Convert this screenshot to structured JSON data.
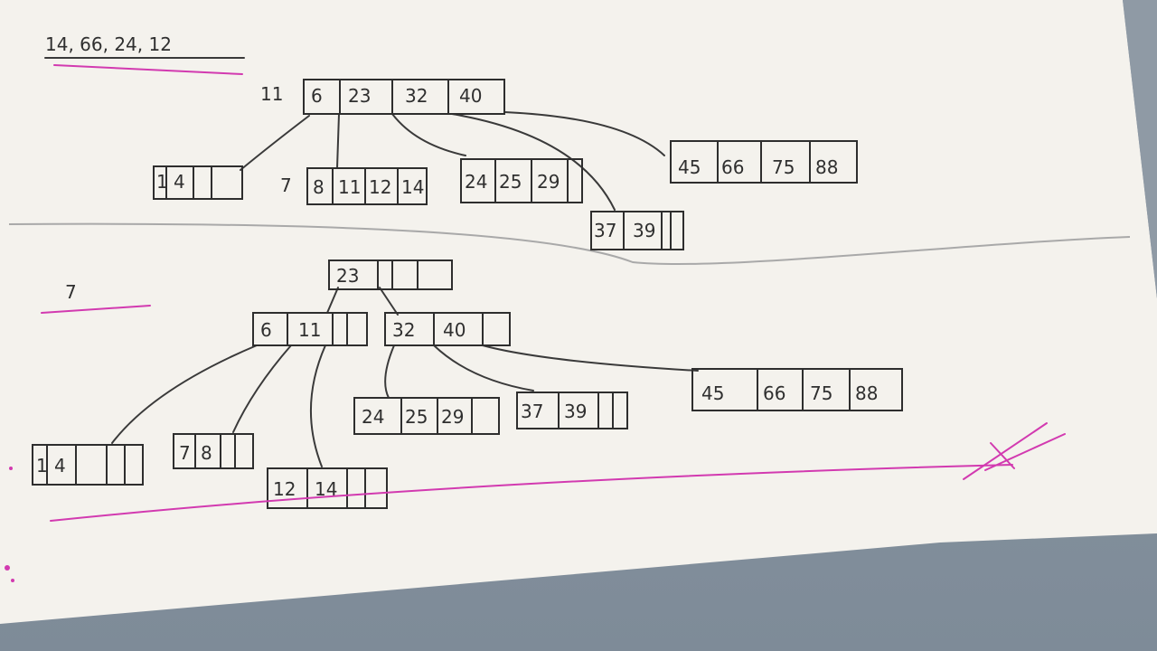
{
  "header": {
    "sequence": "14, 66, 24, 12",
    "annotation_11": "11",
    "annotation_7_small": "7",
    "delete_label": "7"
  },
  "tree1": {
    "root": [
      "6",
      "23",
      "32",
      "40"
    ],
    "leaf1": [
      "1",
      "4",
      "",
      ""
    ],
    "leaf2": [
      "8",
      "11",
      "12",
      "14"
    ],
    "leaf3": [
      "24",
      "25",
      "29",
      ""
    ],
    "leaf4": [
      "37",
      "39",
      "",
      ""
    ],
    "leaf5": [
      "45",
      "66",
      "75",
      "88"
    ]
  },
  "tree2": {
    "root": [
      "23",
      "",
      ""
    ],
    "left": [
      "6",
      "11",
      "",
      ""
    ],
    "right": [
      "32",
      "40",
      ""
    ],
    "leafA": [
      "1",
      "4",
      "",
      ""
    ],
    "leafB": [
      "7",
      "8",
      "",
      ""
    ],
    "leafC": [
      "12",
      "14",
      "",
      ""
    ],
    "leafD": [
      "24",
      "25",
      "29",
      ""
    ],
    "leafE": [
      "37",
      "39",
      "",
      ""
    ],
    "leafF": [
      "45",
      "66",
      "75",
      "88"
    ]
  }
}
